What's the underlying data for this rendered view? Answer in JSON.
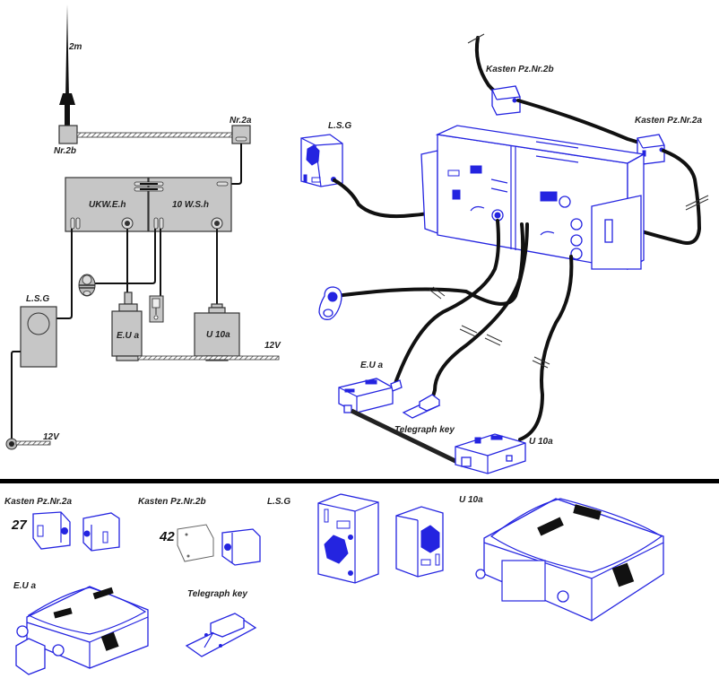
{
  "schematic": {
    "antenna_length": "2m",
    "antenna_base": "Nr.2b",
    "antenna_box": "Nr.2a",
    "receiver": "UKW.E.h",
    "transmitter": "10 W.S.h",
    "speaker": "L.S.G",
    "power_unit_receiver": "E.U a",
    "power_unit_transmitter": "U 10a",
    "supply_voltage_bus": "12V",
    "supply_voltage_ground": "12V"
  },
  "pictorial": {
    "box_2b": "Kasten Pz.Nr.2b",
    "box_2a": "Kasten Pz.Nr.2a",
    "speaker": "L.S.G",
    "power_unit_receiver": "E.U a",
    "telegraph_key": "Telegraph key",
    "power_unit_transmitter": "U 10a"
  },
  "parts": {
    "box_2a": "Kasten Pz.Nr.2a",
    "box_2a_number": "27",
    "box_2b": "Kasten Pz.Nr.2b",
    "box_2b_number": "42",
    "speaker": "L.S.G",
    "power_unit_transmitter": "U 10a",
    "power_unit_receiver": "E.U a",
    "telegraph_key": "Telegraph key"
  },
  "colors": {
    "line_art": "#2424e0",
    "schematic_box": "#c6c6c6",
    "cable": "#111111"
  }
}
